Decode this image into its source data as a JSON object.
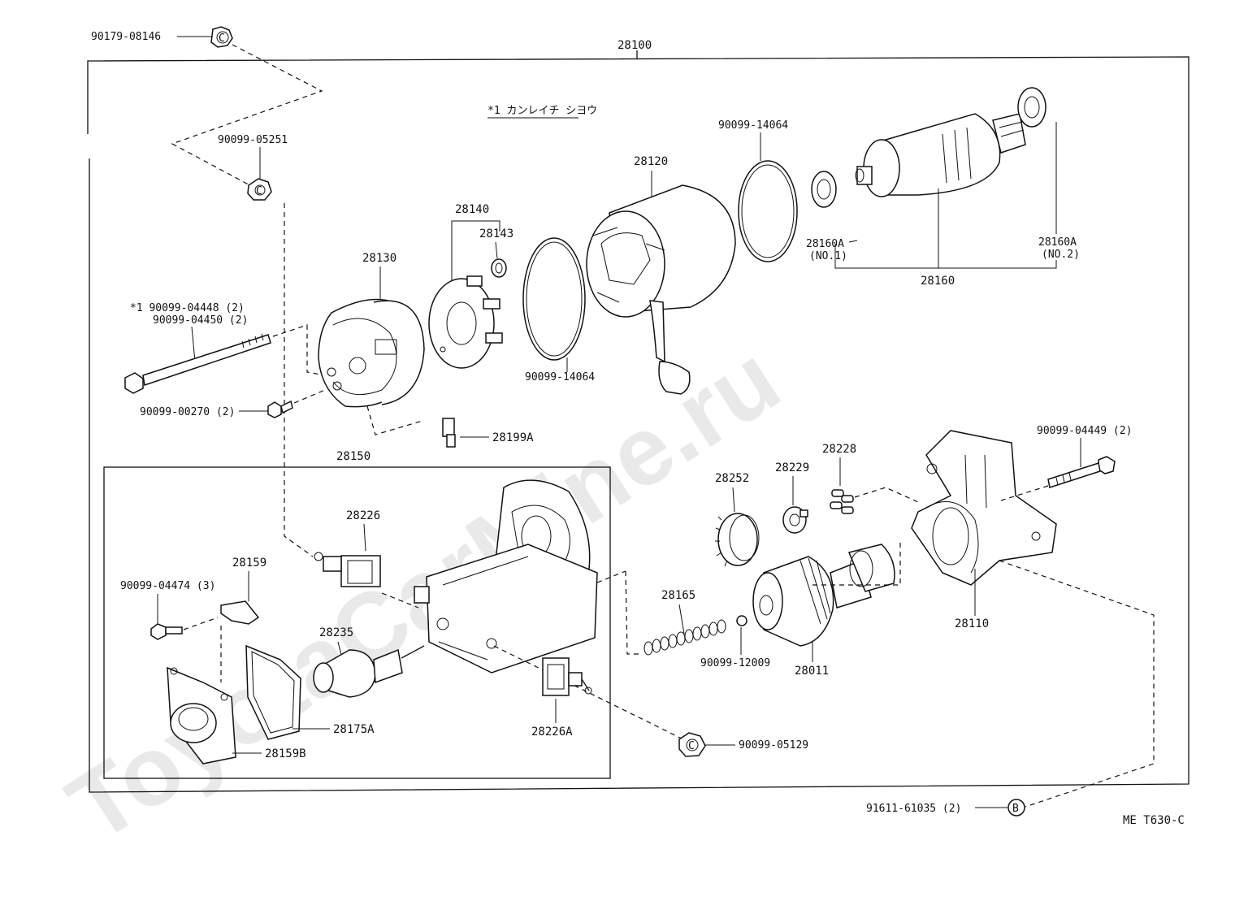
{
  "watermark": "ToyotaCarMine.ru",
  "note": "*1 カンレイチ シヨウ",
  "drawing_code": "ME T630-C",
  "callout_letters": {
    "c": "C",
    "b": "B"
  },
  "labels": {
    "p28100": "28100",
    "p90179_08146": "90179-08146",
    "p90099_05251": "90099-05251",
    "p28130": "28130",
    "p28140": "28140",
    "p28143": "28143",
    "p28120": "28120",
    "p90099_14064_top": "90099-14064",
    "p90099_14064_bot": "90099-14064",
    "p28160a_1": "28160A",
    "p28160a_1_sub": "(NO.1)",
    "p28160a_2": "28160A",
    "p28160a_2_sub": "(NO.2)",
    "p28160": "28160",
    "p90099_04448": "*1  90099-04448 (2)",
    "p90099_04450": "90099-04450 (2)",
    "p90099_00270": "90099-00270 (2)",
    "p28199a": "28199A",
    "p28150": "28150",
    "p28226": "28226",
    "p28159": "28159",
    "p90099_04474": "90099-04474 (3)",
    "p28235": "28235",
    "p28175a": "28175A",
    "p28159b": "28159B",
    "p28226a": "28226A",
    "p90099_05129": "90099-05129",
    "p28252": "28252",
    "p28229": "28229",
    "p28228": "28228",
    "p90099_04449": "90099-04449 (2)",
    "p28165": "28165",
    "p90099_12009": "90099-12009",
    "p28011": "28011",
    "p28110": "28110",
    "p91611_61035": "91611-61035 (2)"
  }
}
